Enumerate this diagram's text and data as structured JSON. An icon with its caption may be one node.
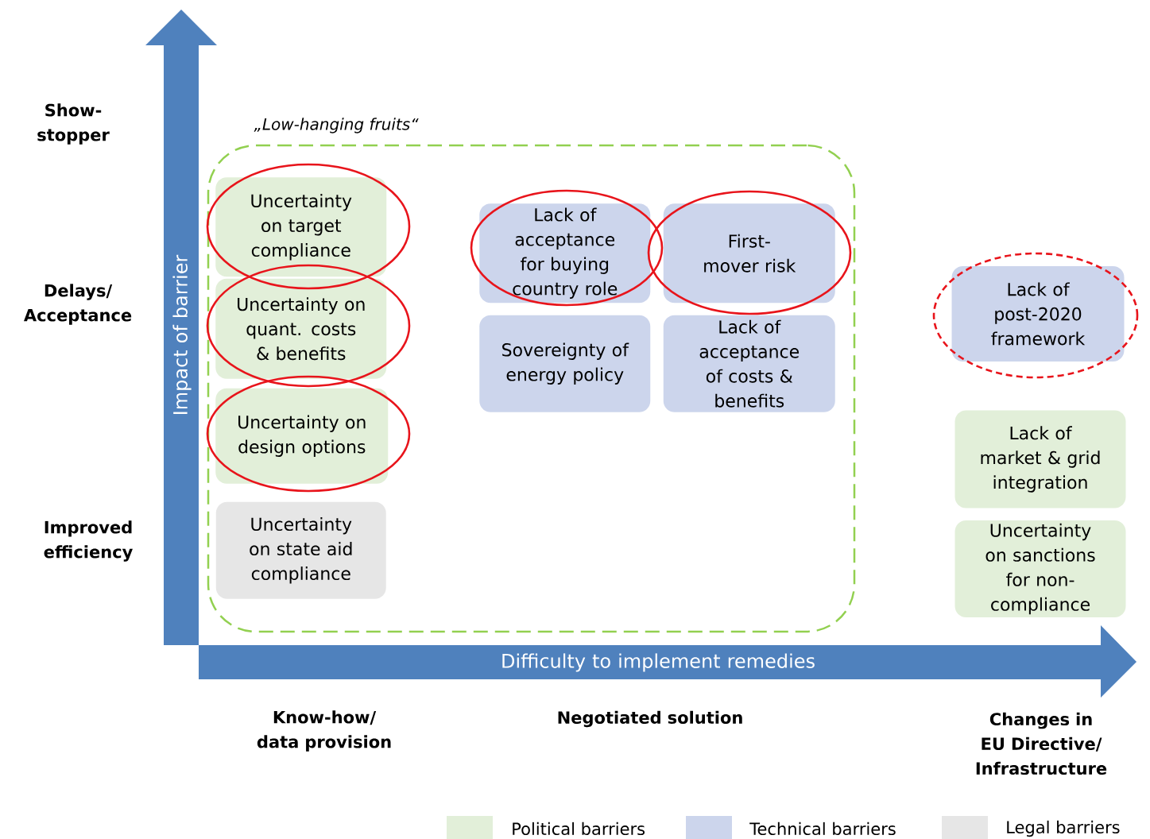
{
  "diagram": {
    "nodes": [
      {
        "text": [
          "„Low-hanging fruits“"
        ]
      },
      {
        "text": [
          "Uncertainty on target compliance"
        ],
        "in": 0
      },
      {
        "text": [
          "Uncertainty on quant. costs & benefits"
        ],
        "in": 0
      },
      {
        "text": [
          "Uncertainty on design options"
        ],
        "in": 0
      },
      {
        "text": [
          "Uncertainty on state aid compliance"
        ],
        "in": 0
      },
      {
        "text": [
          "Lack of acceptance for buying country role"
        ],
        "in": 0
      },
      {
        "text": [
          "First-mover risk"
        ],
        "in": 0
      },
      {
        "text": [
          "Sovereignty of energy policy"
        ],
        "in": 0
      },
      {
        "text": [
          "Lack of acceptance of costs & benefits"
        ],
        "in": 0
      },
      {
        "text": [
          "Lack of post-2020 framework"
        ]
      },
      {
        "text": [
          "Lack of market & grid integration"
        ]
      },
      {
        "text": [
          "Uncertainty on sanctions for non-compliance"
        ]
      }
    ],
    "edges": [],
    "labels": [
      "Show-stopper",
      "Impact of barrier",
      "Delays/ Acceptance",
      "Improved efficiency",
      "Difficulty to implement remedies",
      "Know-how/ data provision",
      "Negotiated solution",
      "Changes in EU Directive/ Infrastructure"
    ],
    "legend": [
      {
        "text": "Political barriers",
        "color": "#e2efd9"
      },
      {
        "text": "Technical barriers",
        "color": "#ccd5ec"
      },
      {
        "text": "Legal barriers",
        "color": "#e6e6e6"
      }
    ]
  }
}
